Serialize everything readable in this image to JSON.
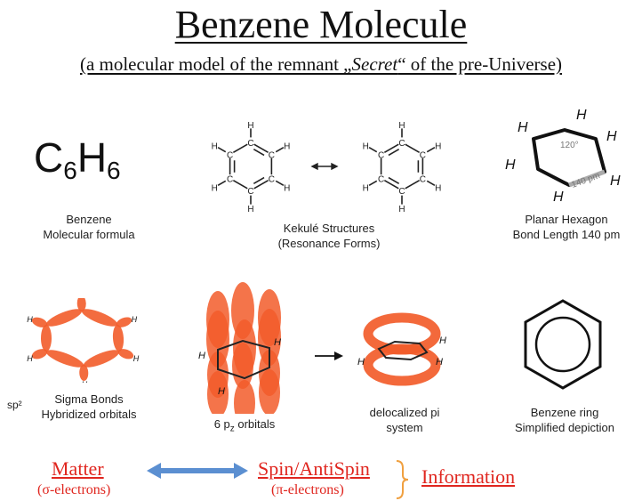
{
  "title": "Benzene Molecule",
  "subtitle": {
    "prefix": "(a molecular model of the remnant „",
    "italic": "Secret",
    "suffix": "“ of the pre-Universe)"
  },
  "panels": {
    "formula": {
      "base1": "C",
      "sub1": "6",
      "base2": "H",
      "sub2": "6",
      "caption_line1": "Benzene",
      "caption_line2": "Molecular formula"
    },
    "kekule": {
      "caption_line1": "Kekulé Structures",
      "caption_line2": "(Resonance Forms)"
    },
    "planar": {
      "angle_label": "120°",
      "bond_label": "140 pm",
      "caption_line1": "Planar Hexagon",
      "caption_line2": "Bond Length 140 pm"
    },
    "sigma": {
      "prefix": "sp²",
      "caption_line1": "Sigma Bonds",
      "caption_line2": "Hybridized orbitals"
    },
    "pz": {
      "caption_prefix": "6 p",
      "caption_sub": "z",
      "caption_suffix": " orbitals"
    },
    "delocalized": {
      "caption_line1": "delocalized pi",
      "caption_line2": "system"
    },
    "ring": {
      "caption_line1": "Benzene ring",
      "caption_line2": "Simplified depiction"
    }
  },
  "atoms": {
    "carbon": "C",
    "hydrogen": "H"
  },
  "bottom": {
    "matter": "Matter",
    "matter_sub": "(σ-electrons)",
    "spin": "Spin/AntiSpin",
    "spin_sub": "(π-electrons)",
    "information": "Information"
  },
  "colors": {
    "accent_red": "#e0261f",
    "arrow_blue": "#5b8fd1",
    "brace_orange": "#f0a040",
    "orbital_orange": "#f25c2a",
    "bond_gray": "#aaaaaa"
  }
}
